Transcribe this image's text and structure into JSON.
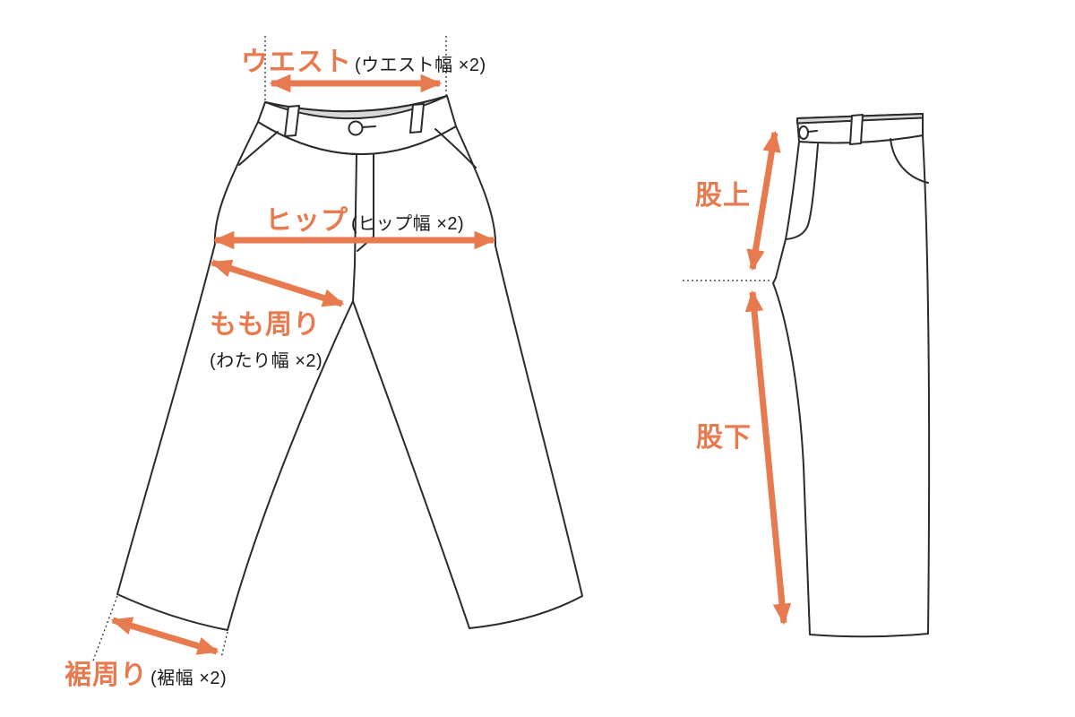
{
  "diagram": {
    "colors": {
      "accent": "#E87A50",
      "line": "#2B2B2B",
      "shade": "#D8D8D8"
    },
    "measurements": {
      "waist": {
        "label": "ウエスト",
        "sub": "(ウエスト幅 ×2)"
      },
      "hip": {
        "label": "ヒップ",
        "sub": "(ヒップ幅 ×2)"
      },
      "thigh": {
        "label": "もも周り",
        "sub": "(わたり幅 ×2)"
      },
      "hem": {
        "label": "裾周り",
        "sub": "(裾幅 ×2)"
      },
      "rise": {
        "label": "股上"
      },
      "inseam": {
        "label": "股下"
      }
    }
  }
}
